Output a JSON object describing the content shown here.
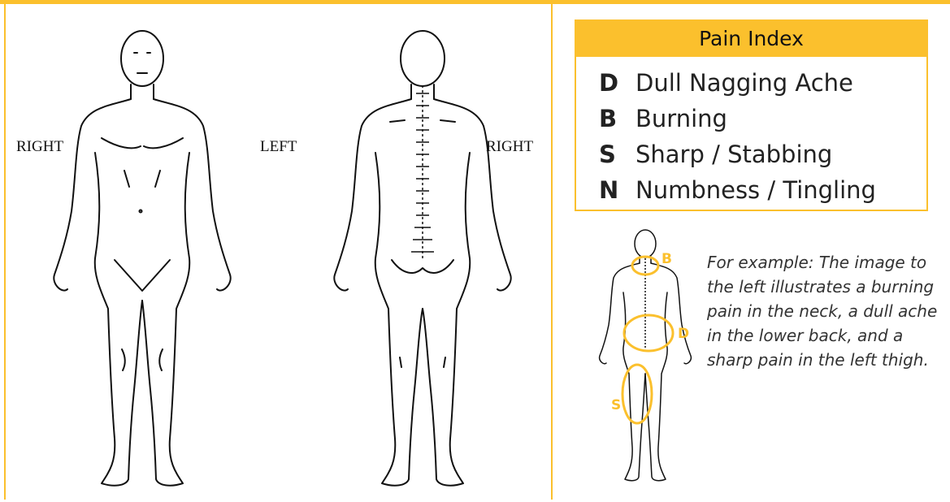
{
  "diagram": {
    "front_view": {
      "left_label": "RIGHT",
      "right_label": "LEFT"
    },
    "back_view": {
      "right_label": "RIGHT"
    }
  },
  "pain_index": {
    "title": "Pain Index",
    "items": [
      {
        "code": "D",
        "label": "Dull Nagging Ache"
      },
      {
        "code": "B",
        "label": "Burning"
      },
      {
        "code": "S",
        "label": "Sharp / Stabbing"
      },
      {
        "code": "N",
        "label": "Numbness / Tingling"
      }
    ]
  },
  "example": {
    "markers": {
      "neck": "B",
      "lower_back": "D",
      "thigh": "S"
    },
    "text": "For example: The image to the left illustrates a burning pain in the neck, a dull ache in the lower back, and a sharp pain in the left thigh."
  },
  "colors": {
    "accent": "#FBC02D",
    "text": "#222222"
  }
}
